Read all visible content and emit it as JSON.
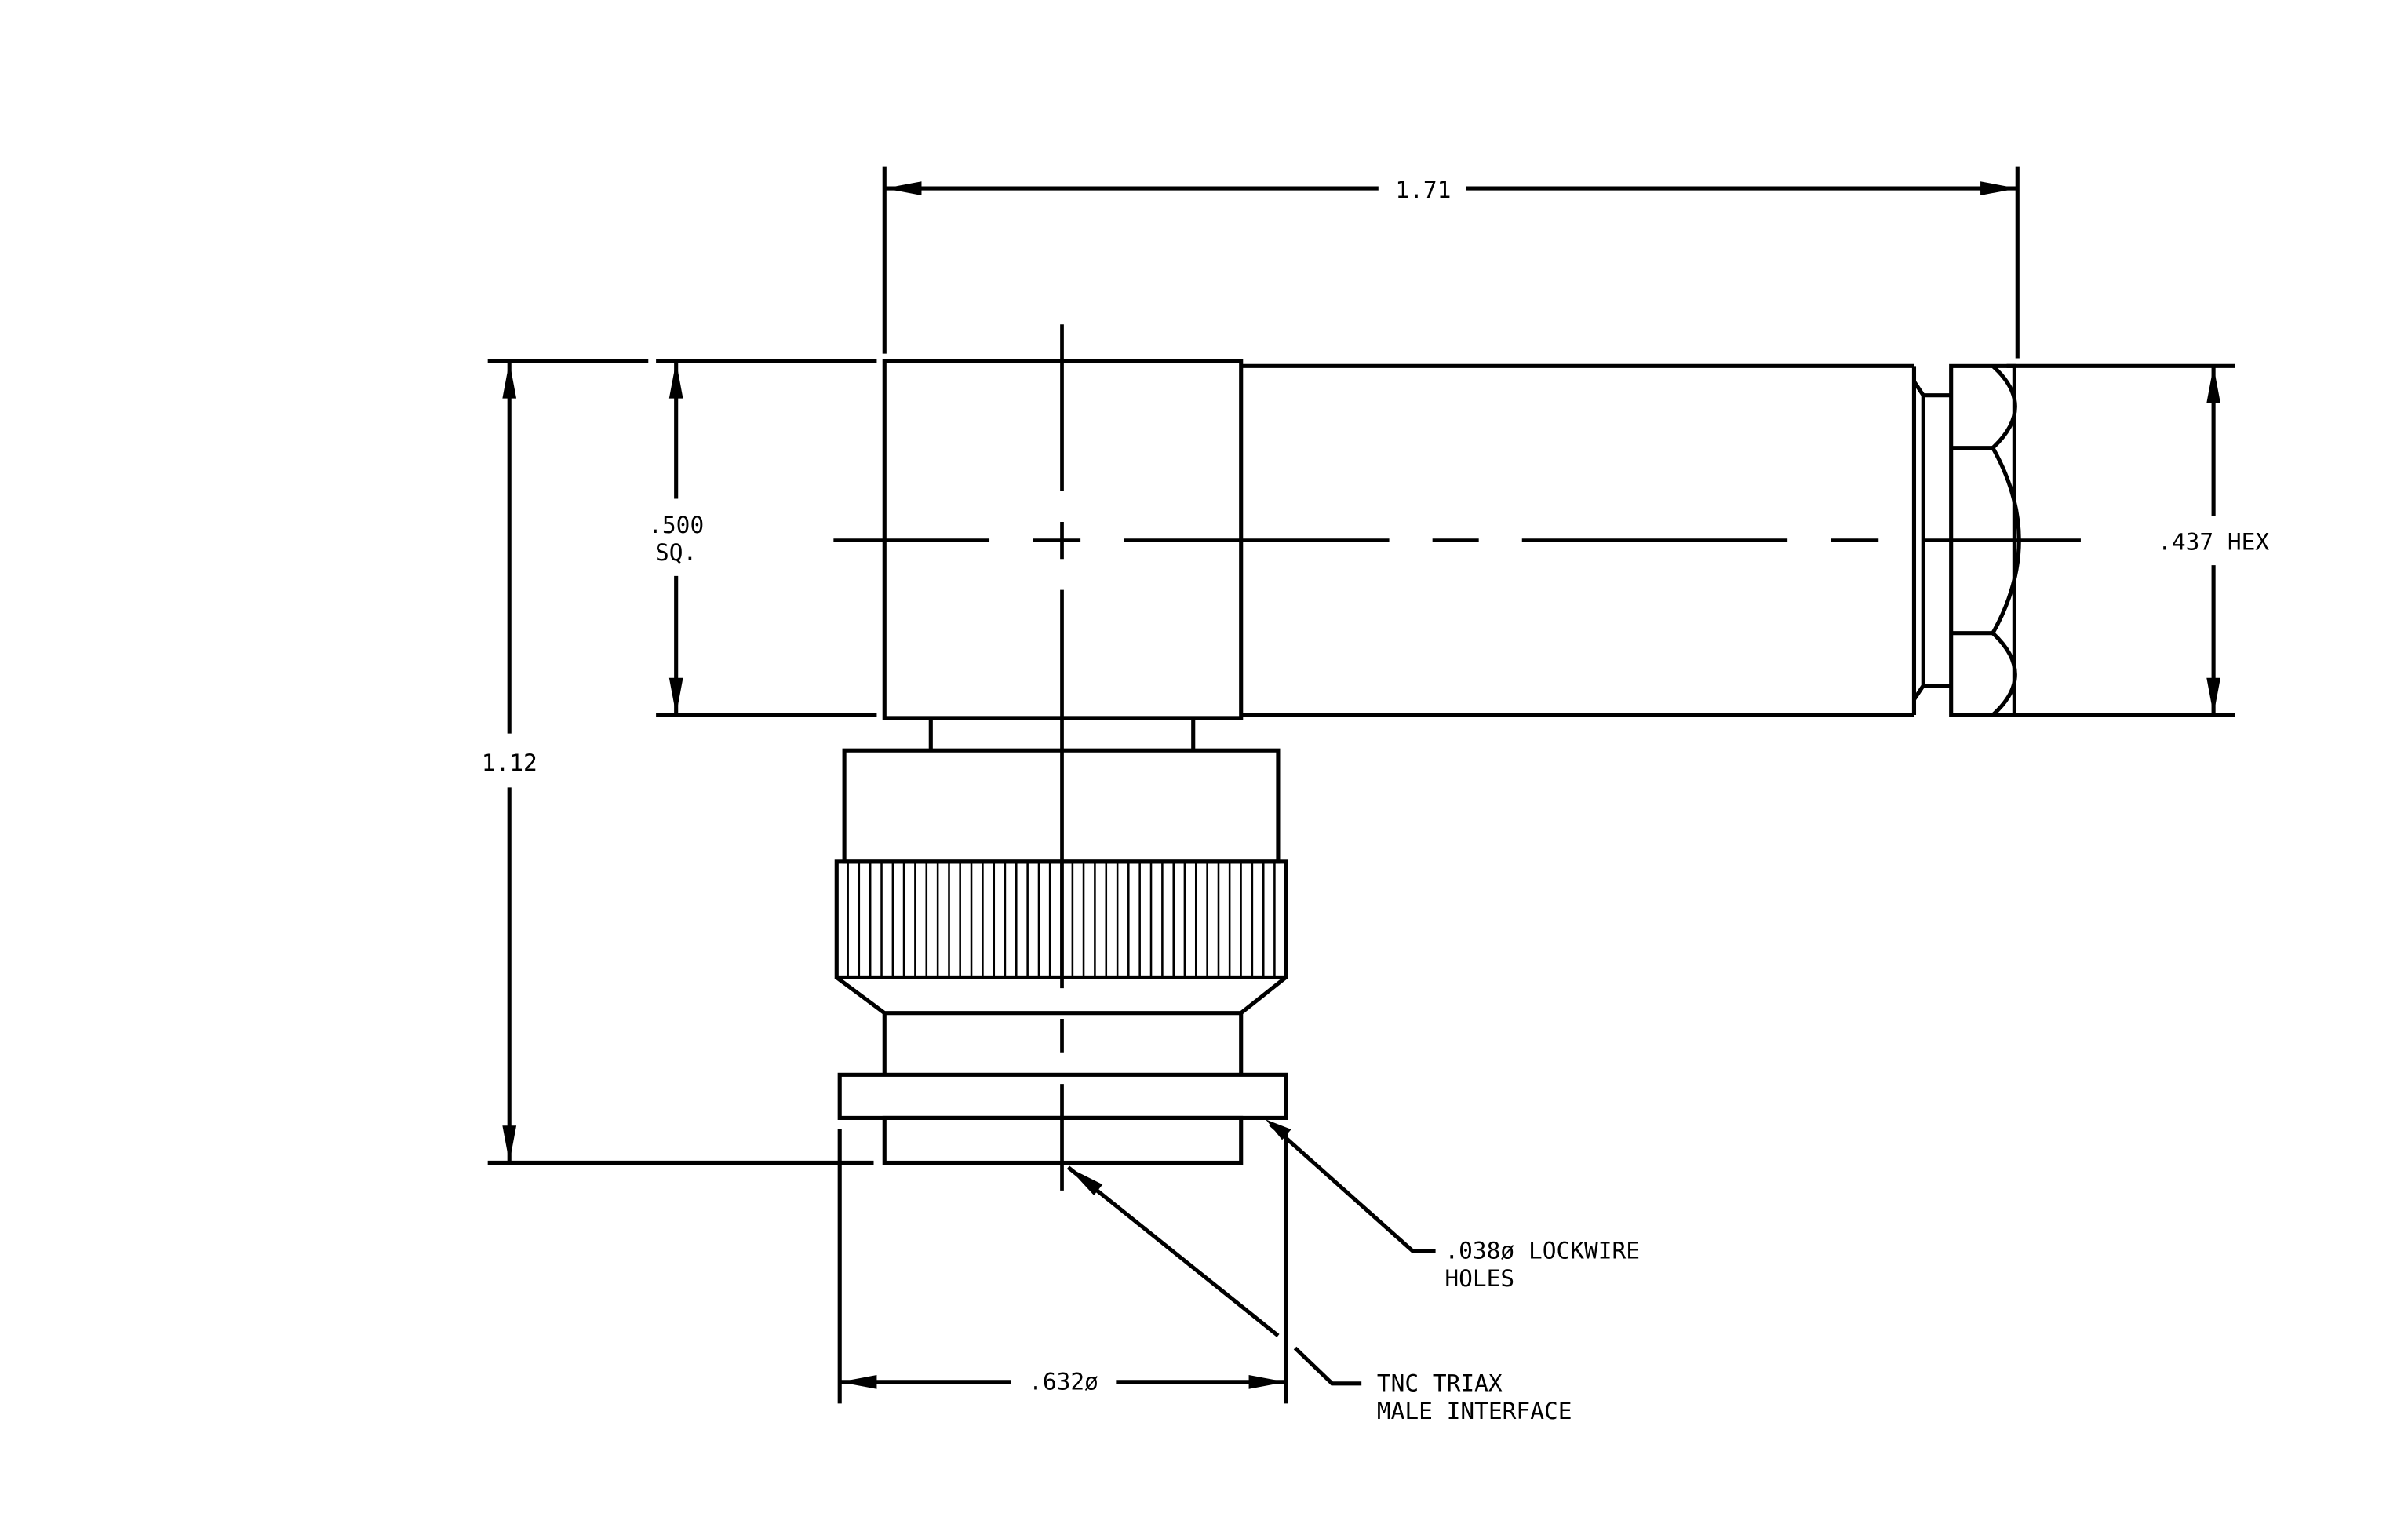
{
  "drawing": {
    "dimensions": {
      "overall_length": "1.71",
      "overall_height": "1.12",
      "body_size_line1": ".500",
      "body_size_line2": "SQ.",
      "hex_size": ".437 HEX",
      "interface_diameter": ".632ø"
    },
    "notes": {
      "lockwire_line1": ".038ø LOCKWIRE",
      "lockwire_line2": "HOLES",
      "interface_line1": "TNC TRIAX",
      "interface_line2": "MALE INTERFACE"
    }
  }
}
